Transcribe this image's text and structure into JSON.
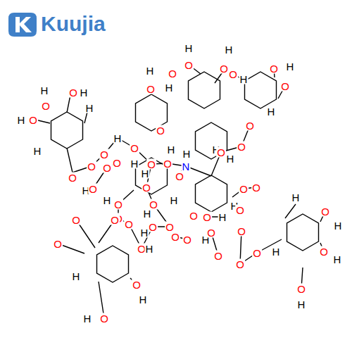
{
  "diagram": {
    "labels": [
      "Kuujia",
      "H",
      "O",
      "O",
      "H",
      "H",
      "O",
      "O",
      "H",
      "H",
      "O",
      "O",
      "O",
      "H",
      "H",
      "O",
      "O",
      "H",
      "H",
      "O",
      "H",
      "H",
      "O",
      "O",
      "O",
      "O",
      "H",
      "H",
      "O",
      "O",
      "H",
      "O",
      "O",
      "O",
      "H",
      "N",
      "H",
      "O",
      "H",
      "O",
      "O",
      "H",
      "O",
      "H",
      "O",
      "O",
      "H",
      "O",
      "O",
      "O",
      "O",
      "O",
      "O",
      "O",
      "H",
      "H",
      "O",
      "H",
      "O",
      "H",
      "O",
      "O",
      "H",
      "O",
      "O",
      "H",
      "O",
      "H",
      "O",
      "O",
      "H",
      "H",
      "H",
      "O",
      "H",
      "O",
      "H",
      "O",
      "H",
      "H",
      "O",
      "O",
      "O",
      "O",
      "H",
      "O",
      "O",
      "O",
      "O",
      "H"
    ]
  }
}
